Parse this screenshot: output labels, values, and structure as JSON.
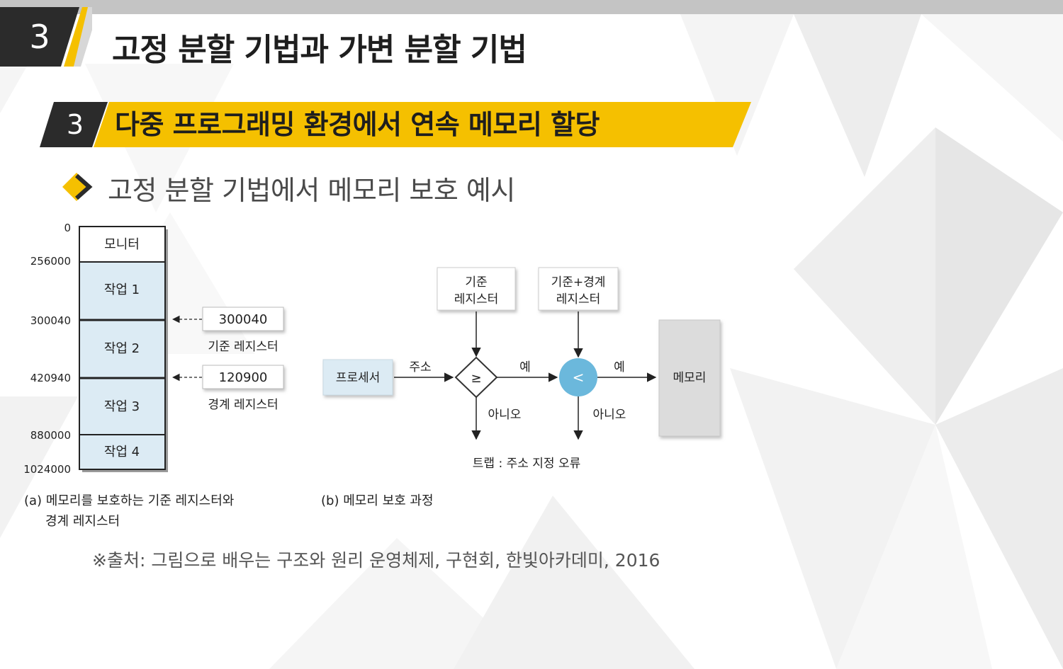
{
  "header": {
    "section_number": "3",
    "title": "고정 분할 기법과 가변 분할 기법"
  },
  "subheader": {
    "number": "3",
    "title": "다중 프로그래밍 환경에서 연속 메모리 할당"
  },
  "bullet": {
    "text": "고정 분할 기법에서 메모리 보호 예시"
  },
  "diagram_a": {
    "addresses": [
      "0",
      "256000",
      "300040",
      "420940",
      "880000",
      "1024000"
    ],
    "blocks": [
      "모니터",
      "작업 1",
      "작업 2",
      "작업 3",
      "작업 4"
    ],
    "base_register": {
      "value": "300040",
      "label": "기준 레지스터"
    },
    "limit_register": {
      "value": "120900",
      "label": "경계 레지스터"
    },
    "caption_line1": "(a) 메모리를 보호하는 기준 레지스터와",
    "caption_line2": "경계 레지스터"
  },
  "diagram_b": {
    "base_reg_line1": "기준",
    "base_reg_line2": "레지스터",
    "sum_reg_line1": "기준+경계",
    "sum_reg_line2": "레지스터",
    "processor": "프로세서",
    "address": "주소",
    "compare_ge": "≥",
    "compare_lt": "<",
    "yes1": "예",
    "yes2": "예",
    "no1": "아니오",
    "no2": "아니오",
    "memory": "메모리",
    "trap": "트랩 : 주소 지정 오류",
    "caption": "(b) 메모리 보호 과정"
  },
  "source": {
    "text": "※출처: 그림으로 배우는 구조와 원리 운영체제, 구현회, 한빛아카데미, 2016"
  },
  "colors": {
    "accent_yellow": "#f5c000",
    "dark": "#2b2b2b",
    "block_fill": "#dcebf4",
    "compare_blue": "#6bb8dc",
    "memory_gray": "#dcdcdc"
  }
}
